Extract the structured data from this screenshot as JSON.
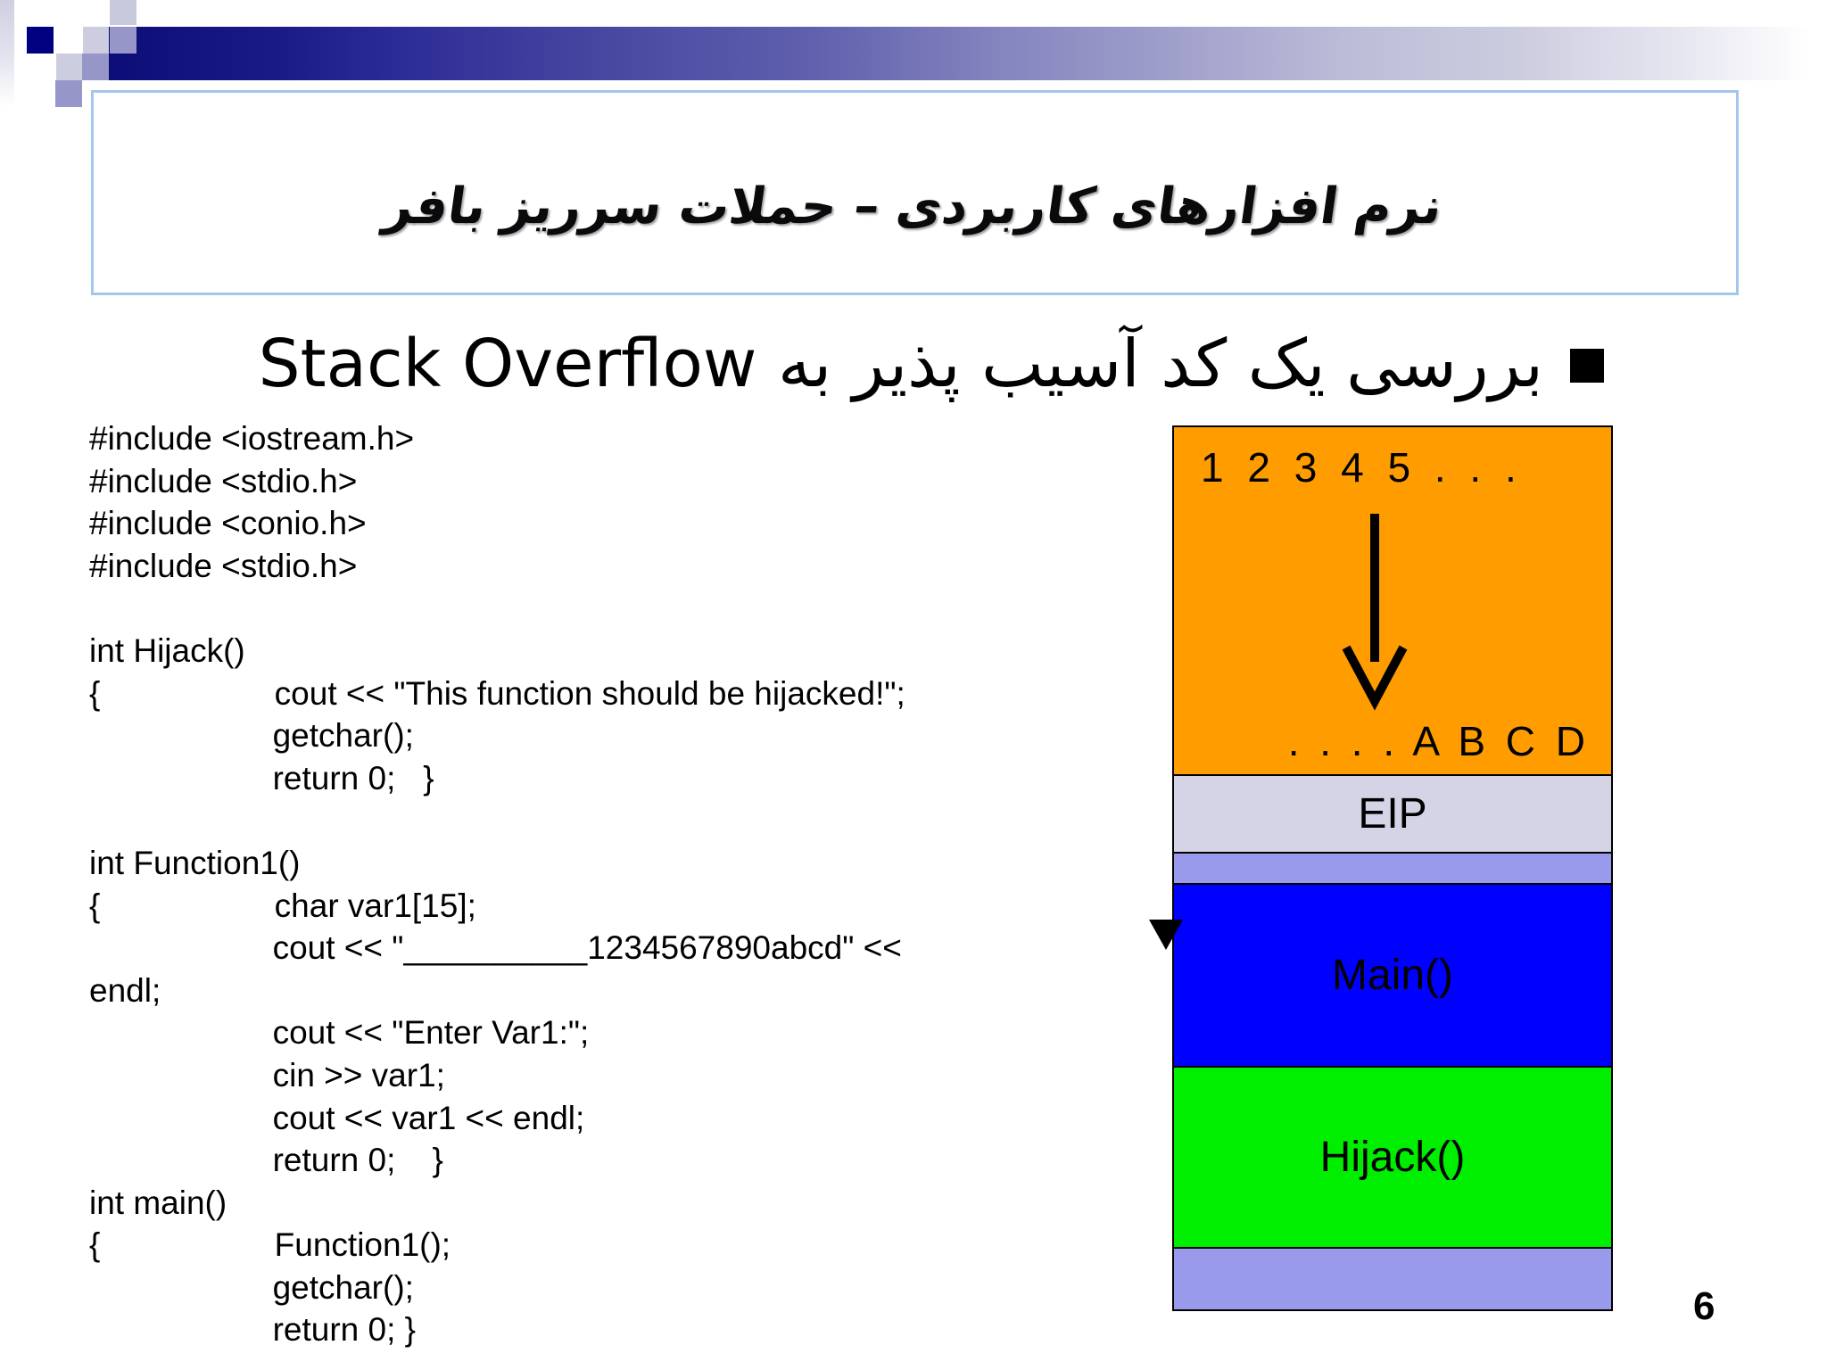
{
  "slide": {
    "title": "نرم افزارهای کاربردی – حملات سرریز  بافر",
    "bullet_text": "بررسی یک کد آسیب پذیر به Stack Overflow",
    "page_number": "6"
  },
  "code": {
    "lines": [
      "#include <iostream.h>",
      "#include <stdio.h>",
      "#include <conio.h>",
      "#include <stdio.h>",
      "",
      "int Hijack()",
      "{                   cout << \"This function should be hijacked!\";",
      "                    getchar();",
      "                    return 0;   }",
      "",
      "int Function1()",
      "{                   char var1[15];",
      "                    cout << \"__________1234567890abcd\" <<",
      "endl;",
      "                    cout << \"Enter Var1:\";",
      "                    cin >> var1;",
      "                    cout << var1 << endl;",
      "                    return 0;    }",
      "int main()",
      "{                   Function1();",
      "                    getchar();",
      "                    return 0; }"
    ]
  },
  "stack_diagram": {
    "buffer_top_label": "1 2 3 4 5 . . .",
    "buffer_bottom_label": ". . . . A B C D",
    "arrow_icon": "down-arrow",
    "blocks": [
      {
        "name": "buffer",
        "label": "",
        "color": "#FF9C00"
      },
      {
        "name": "eip",
        "label": "EIP",
        "color": "#D4D4E6"
      },
      {
        "name": "spacer-top",
        "label": "",
        "color": "#9A9AEC"
      },
      {
        "name": "main",
        "label": "Main()",
        "color": "#0000FF"
      },
      {
        "name": "hijack",
        "label": "Hijack()",
        "color": "#00EE00"
      },
      {
        "name": "spacer-bottom",
        "label": "",
        "color": "#9A9AEC"
      }
    ]
  },
  "theme": {
    "banner_navy": "#0d0d78",
    "title_border_blue": "#a3c6ec",
    "title_fill_gray": "#a8a8c2",
    "deco_navy": "#000080",
    "deco_periwinkle": "#9696c8",
    "deco_lavender": "#cdcde0",
    "text_black": "#000000"
  }
}
